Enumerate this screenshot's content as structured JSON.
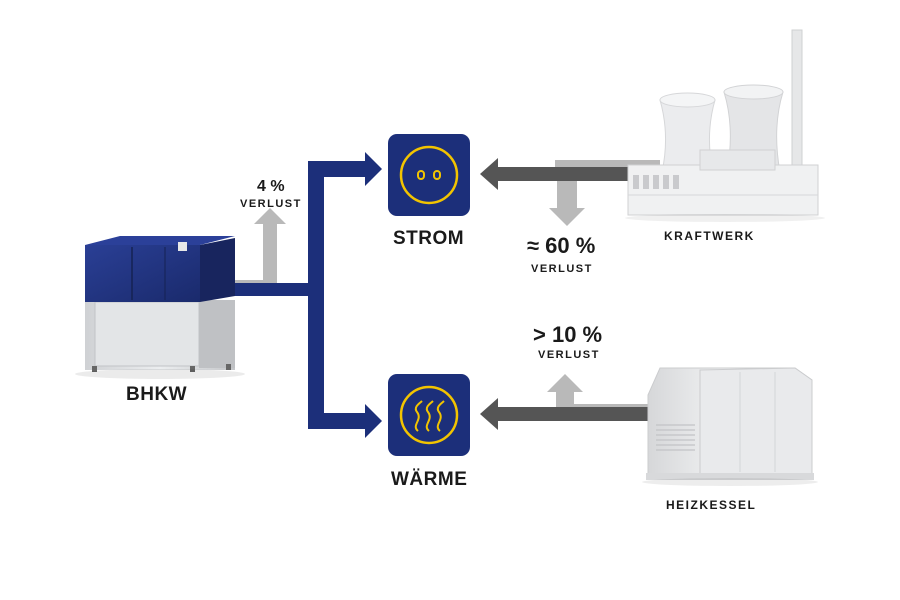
{
  "colors": {
    "primary_blue": "#1c2f7a",
    "accent_yellow": "#f2c400",
    "loss_gray": "#b9b9b9",
    "dark_gray": "#555555"
  },
  "nodes": {
    "bhkw": {
      "label": "BHKW"
    },
    "strom": {
      "label": "STROM",
      "icon": "power-socket-icon"
    },
    "waerme": {
      "label": "WÄRME",
      "icon": "heat-waves-icon"
    },
    "kraftwerk": {
      "label": "KRAFTWERK"
    },
    "heizkessel": {
      "label": "HEIZKESSEL"
    }
  },
  "losses": {
    "bhkw": {
      "value": "4 %",
      "unit": "VERLUST"
    },
    "kraftwerk": {
      "value": "≈ 60 %",
      "unit": "VERLUST"
    },
    "heizkessel": {
      "value": "> 10 %",
      "unit": "VERLUST"
    }
  }
}
